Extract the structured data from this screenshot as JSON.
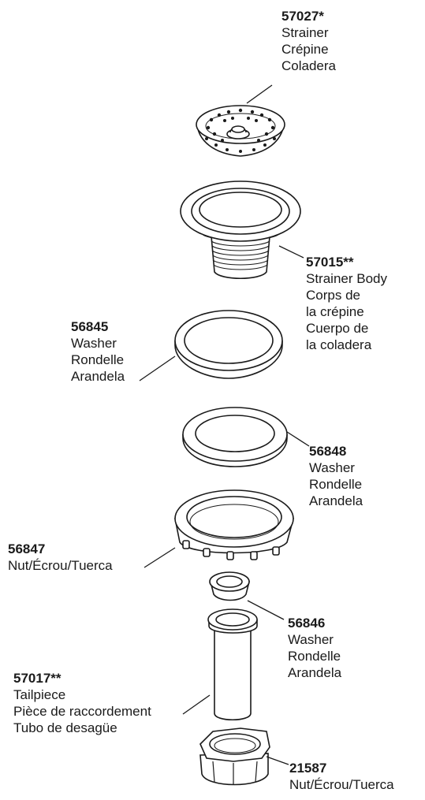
{
  "parts": [
    {
      "id": "strainer",
      "number": "57027*",
      "names": [
        "Strainer",
        "Crépine",
        "Coladera"
      ]
    },
    {
      "id": "strainer-body",
      "number": "57015**",
      "names": [
        "Strainer Body",
        "Corps de",
        "la crépine",
        "Cuerpo de",
        "la coladera"
      ]
    },
    {
      "id": "washer-56845",
      "number": "56845",
      "names": [
        "Washer",
        "Rondelle",
        "Arandela"
      ]
    },
    {
      "id": "washer-56848",
      "number": "56848",
      "names": [
        "Washer",
        "Rondelle",
        "Arandela"
      ]
    },
    {
      "id": "nut-56847",
      "number": "56847",
      "names": [
        "Nut/Écrou/Tuerca"
      ]
    },
    {
      "id": "washer-56846",
      "number": "56846",
      "names": [
        "Washer",
        "Rondelle",
        "Arandela"
      ]
    },
    {
      "id": "tailpiece",
      "number": "57017**",
      "names": [
        "Tailpiece",
        "Pièce de raccordement",
        "Tubo de desagüe"
      ]
    },
    {
      "id": "nut-21587",
      "number": "21587",
      "names": [
        "Nut/Écrou/Tuerca"
      ]
    }
  ]
}
